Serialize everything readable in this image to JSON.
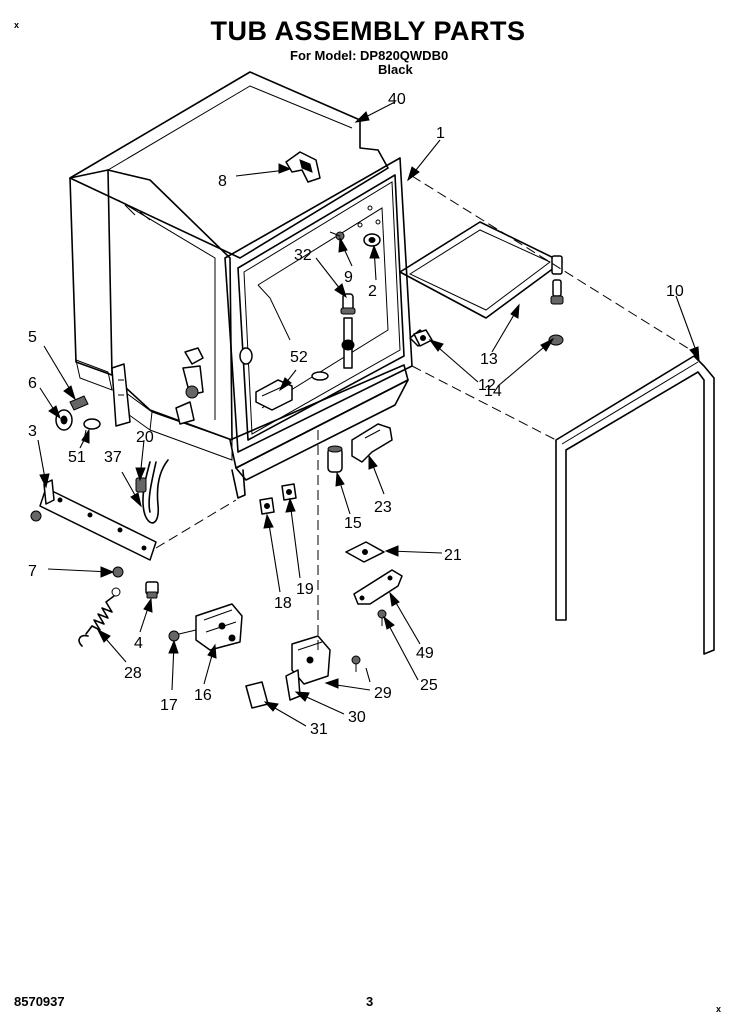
{
  "header": {
    "title": "TUB ASSEMBLY PARTS",
    "model_line": "For Model: DP820QWDB0",
    "color_line": "Black"
  },
  "footer": {
    "doc_number": "8570937",
    "page_number": "3"
  },
  "corner_marks": {
    "top_left": "x",
    "bottom_right": "x"
  },
  "callouts": [
    "40",
    "1",
    "8",
    "9",
    "2",
    "32",
    "10",
    "13",
    "12",
    "14",
    "5",
    "6",
    "3",
    "51",
    "52",
    "20",
    "37",
    "23",
    "15",
    "21",
    "7",
    "18",
    "19",
    "4",
    "28",
    "49",
    "17",
    "16",
    "25",
    "29",
    "30",
    "31"
  ]
}
